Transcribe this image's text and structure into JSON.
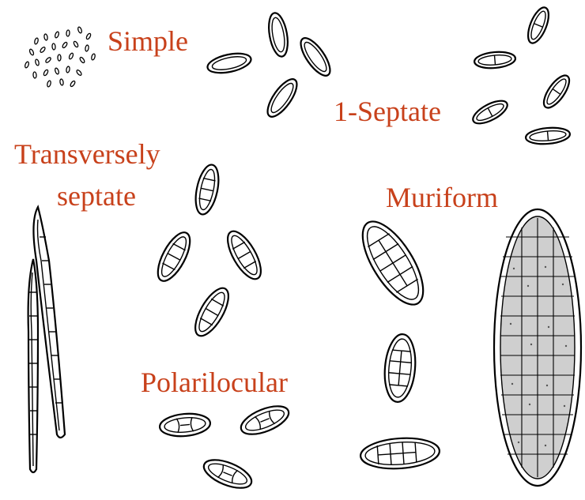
{
  "labels": {
    "simple": "Simple",
    "one_septate": "1-Septate",
    "transversely_line1": "Transversely",
    "transversely_line2": "septate",
    "muriform": "Muriform",
    "polarilocular": "Polarilocular"
  },
  "colors": {
    "label_text": "#c8411b",
    "line_art": "#000000",
    "background": "#ffffff"
  }
}
